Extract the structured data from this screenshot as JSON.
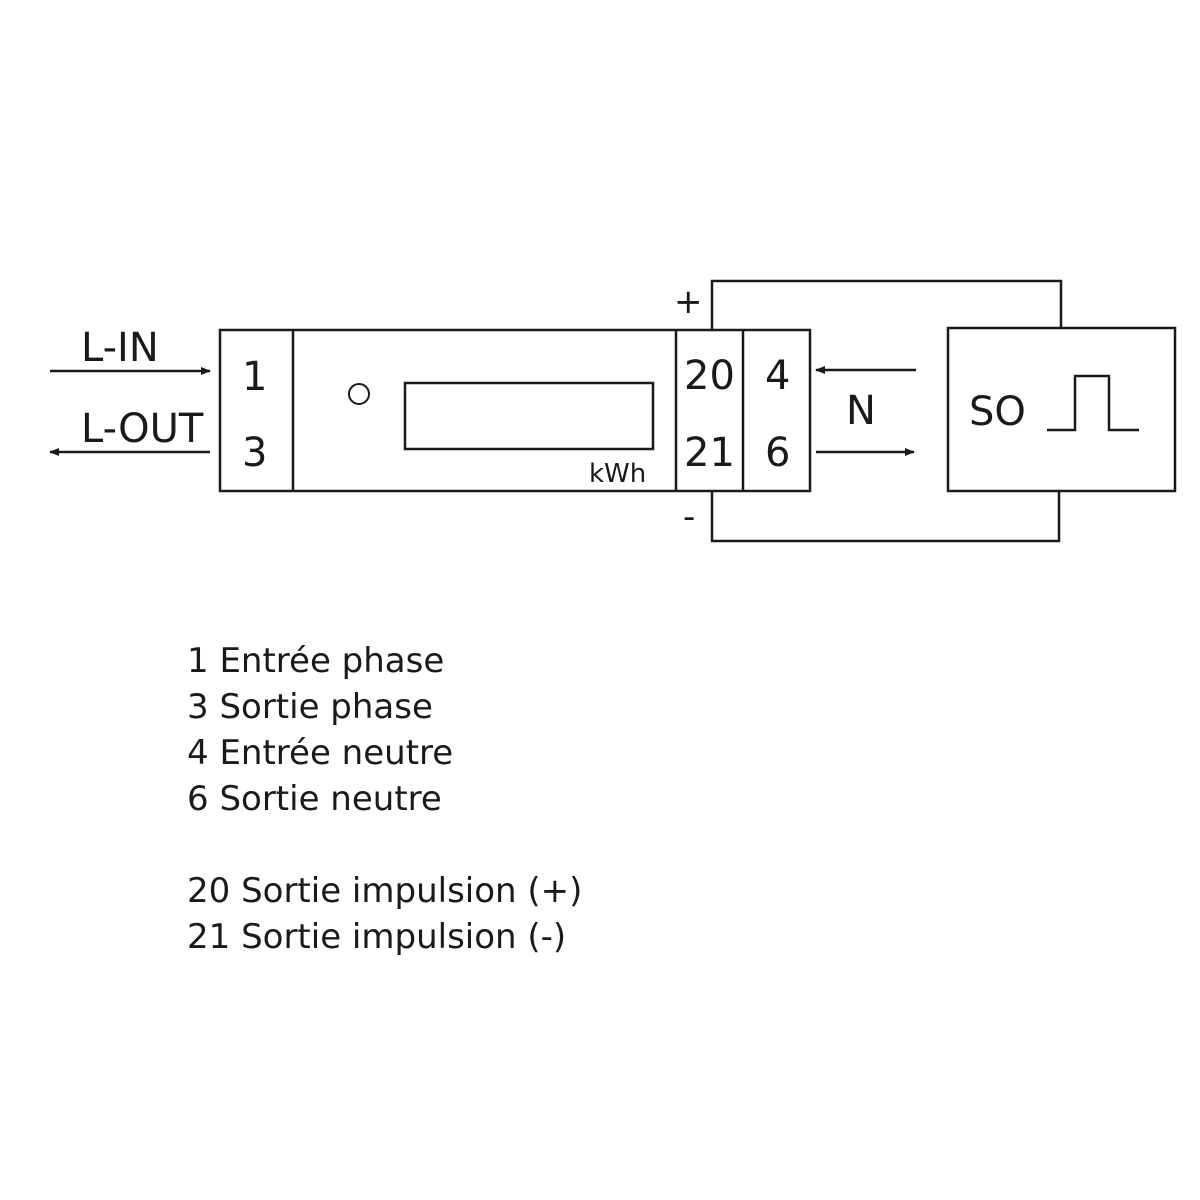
{
  "diagram": {
    "labels": {
      "l_in": "L-IN",
      "l_out": "L-OUT",
      "plus": "+",
      "minus": "-",
      "neutral": "N",
      "so": "SO",
      "kwh": "kWh"
    },
    "terminals": {
      "t1": "1",
      "t3": "3",
      "t20": "20",
      "t21": "21",
      "t4": "4",
      "t6": "6"
    }
  },
  "legend": {
    "items": [
      "1 Entrée phase",
      "3 Sortie phase",
      "4 Entrée neutre",
      "6 Sortie neutre"
    ],
    "pulse_items": [
      "20 Sortie impulsion (+)",
      "21 Sortie impulsion (-)"
    ]
  }
}
